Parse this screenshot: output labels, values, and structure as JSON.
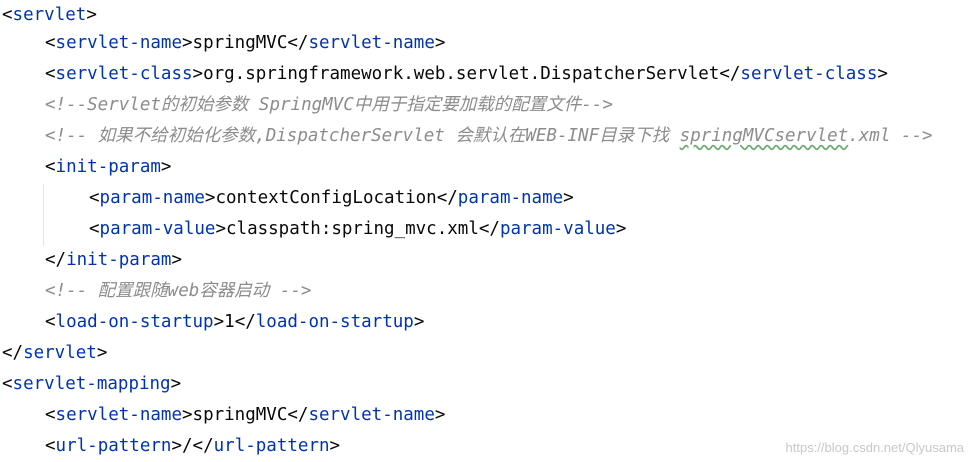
{
  "lines": [
    {
      "indent": 0,
      "kind": "open",
      "tag": "servlet"
    },
    {
      "indent": 1,
      "kind": "element",
      "tag": "servlet-name",
      "text": "springMVC"
    },
    {
      "indent": 1,
      "kind": "element",
      "tag": "servlet-class",
      "text": "org.springframework.web.servlet.DispatcherServlet"
    },
    {
      "indent": 1,
      "kind": "comment",
      "text": "<!--Servlet的初始参数 SpringMVC中用于指定要加载的配置文件-->"
    },
    {
      "indent": 1,
      "kind": "comment",
      "text_pre": "<!-- 如果不给初始化参数,DispatcherServlet 会默认在WEB-INF目录下找 ",
      "text_underlined": "springMVCservlet",
      "text_post": ".xml -->"
    },
    {
      "indent": 1,
      "kind": "open",
      "tag": "init-param"
    },
    {
      "indent": 2,
      "kind": "element",
      "tag": "param-name",
      "text": "contextConfigLocation"
    },
    {
      "indent": 2,
      "kind": "element",
      "tag": "param-value",
      "text": "classpath:spring_mvc.xml"
    },
    {
      "indent": 1,
      "kind": "close",
      "tag": "init-param"
    },
    {
      "indent": 1,
      "kind": "comment",
      "text": "<!-- 配置跟随web容器启动 -->"
    },
    {
      "indent": 1,
      "kind": "element",
      "tag": "load-on-startup",
      "text": "1"
    },
    {
      "indent": 0,
      "kind": "close",
      "tag": "servlet"
    },
    {
      "indent": 0,
      "kind": "open",
      "tag": "servlet-mapping"
    },
    {
      "indent": 1,
      "kind": "element",
      "tag": "servlet-name",
      "text": "springMVC"
    },
    {
      "indent": 1,
      "kind": "element",
      "tag": "url-pattern",
      "text": "/"
    }
  ],
  "watermark": "https://blog.csdn.net/Qlyusama",
  "colors": {
    "tag": "#0033b3",
    "comment": "#8c8c8c",
    "text": "#080808",
    "background": "#ffffff"
  }
}
